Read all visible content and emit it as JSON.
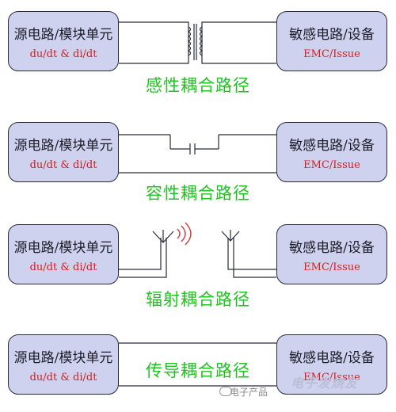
{
  "rows": [
    {
      "source": {
        "title": "源电路/模块单元",
        "sub": "du/dt & di/dt"
      },
      "target": {
        "title": "敏感电路/设备",
        "sub": "EMC/Issue"
      },
      "caption": "感性耦合路径",
      "coupling": "transformer-icon"
    },
    {
      "source": {
        "title": "源电路/模块单元",
        "sub": "du/dt & di/dt"
      },
      "target": {
        "title": "敏感电路/设备",
        "sub": "EMC/Issue"
      },
      "caption": "容性耦合路径",
      "coupling": "capacitor-icon"
    },
    {
      "source": {
        "title": "源电路/模块单元",
        "sub": "du/dt & di/dt"
      },
      "target": {
        "title": "敏感电路/设备",
        "sub": "EMC/Issue"
      },
      "caption": "辐射耦合路径",
      "coupling": "antenna-icon"
    },
    {
      "source": {
        "title": "源电路/模块单元",
        "sub": "du/dt & di/dt"
      },
      "target": {
        "title": "敏感电路/设备",
        "sub": "EMC/Issue"
      },
      "caption": "传导耦合路径",
      "coupling": "direct-wire"
    }
  ],
  "watermark": {
    "text": "电子产品",
    "logo": "电子发烧友"
  },
  "colors": {
    "box_fill": "#cfd2ee",
    "caption": "#21c221",
    "sub": "#d21d1d",
    "wire": "#2a2a3a",
    "radiation": "#d23a3a"
  }
}
